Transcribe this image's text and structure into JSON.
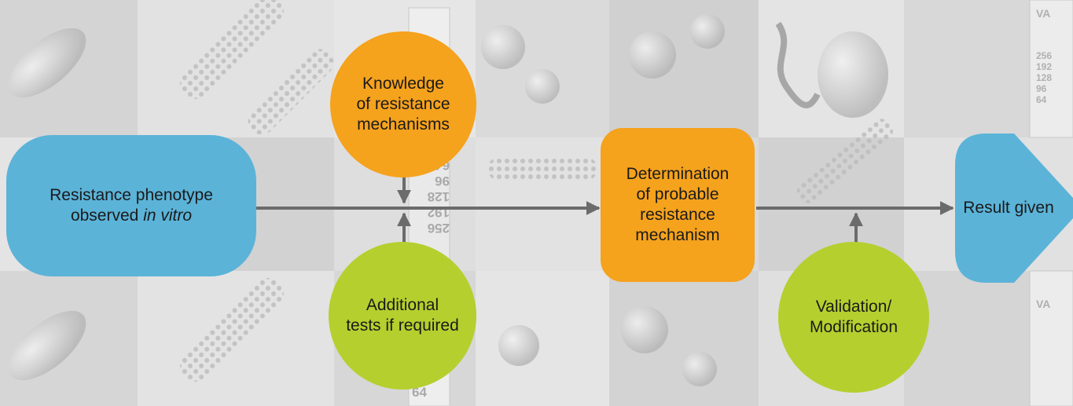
{
  "colors": {
    "blue": "#5bb3d8",
    "orange": "#f5a21d",
    "green": "#b5cf2e",
    "arrow": "#6b6b6b",
    "background_tile_light": "#e6e6e6",
    "background_tile_dark": "#c9c9c9"
  },
  "nodes": {
    "phenotype": {
      "text_before": "Resistance phenotype",
      "text_line2": "observed ",
      "text_italic": "in vitro"
    },
    "knowledge": {
      "lines": [
        "Knowledge",
        "of resistance",
        "mechanisms"
      ]
    },
    "additional": {
      "lines": [
        "Additional",
        "tests if required"
      ]
    },
    "determination": {
      "lines": [
        "Determination",
        "of probable",
        "resistance",
        "mechanism"
      ]
    },
    "validation": {
      "lines": [
        "Validation/",
        "Modification"
      ]
    },
    "result": {
      "label": "Result given"
    }
  },
  "background_numbers": {
    "scale_column": [
      "256",
      "192",
      "128",
      "96",
      "64"
    ],
    "flipped_column": [
      "256",
      "192",
      "128",
      "96",
      "64"
    ],
    "right_column": [
      "VA",
      "256",
      "192",
      "128",
      "96",
      "64"
    ]
  }
}
